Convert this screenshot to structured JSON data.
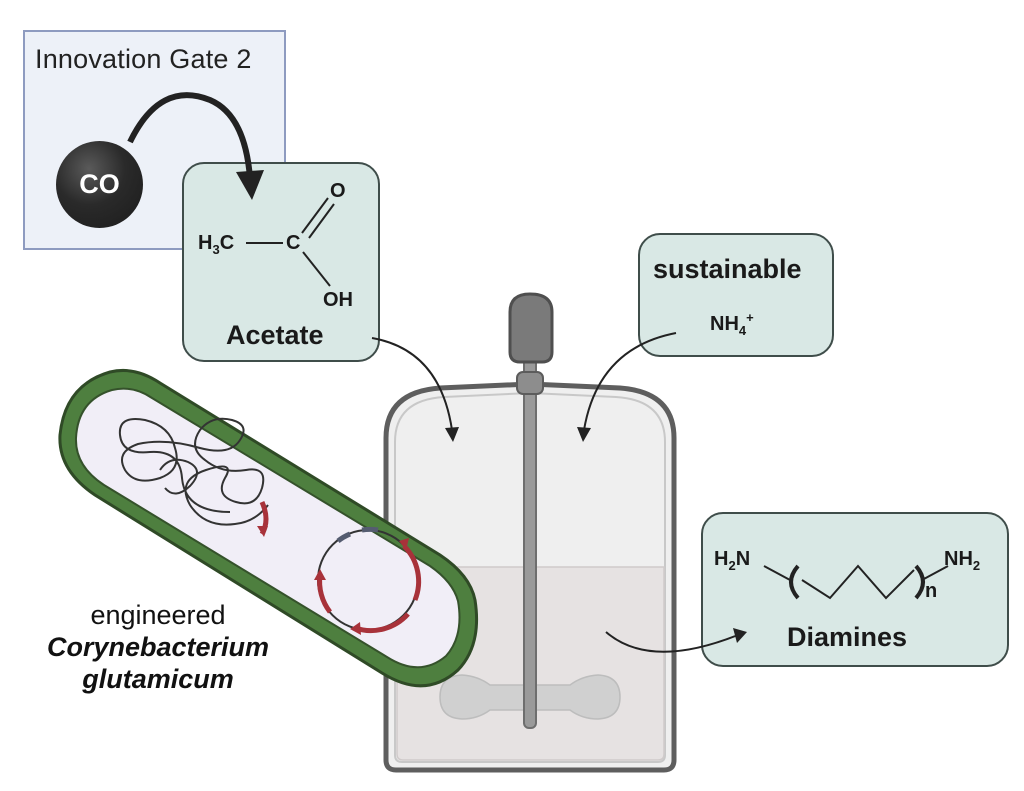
{
  "innovation_gate": {
    "title": "Innovation Gate 2",
    "molecule": "CO"
  },
  "acetate": {
    "name": "Acetate",
    "methyl": "H",
    "methyl_sub": "3",
    "methyl_tail": "C",
    "carbon": "C",
    "carbonyl_o": "O",
    "hydroxyl": "OH"
  },
  "nitrogen_source": {
    "label": "sustainable",
    "ion": "NH",
    "ion_sub": "4",
    "ion_sup": "+"
  },
  "product": {
    "name": "Diamines",
    "left_group": "H",
    "left_sub": "2",
    "left_tail": "N",
    "right_group": "NH",
    "right_sub": "2",
    "repeat": "n"
  },
  "organism": {
    "line1": "engineered",
    "line2": "Corynebacterium",
    "line3": "glutamicum"
  },
  "colors": {
    "box_fill": "#d9e8e5",
    "box_border": "#3f4d4a",
    "gate_fill": "#edf1f8",
    "gate_border": "#8e9bc0",
    "cell_wall": "#4e7f3f",
    "cell_interior": "#f1eef7",
    "gene_red": "#a8323a",
    "reactor_shell": "#5e5e5e",
    "liquid": "#e6e2e2"
  }
}
